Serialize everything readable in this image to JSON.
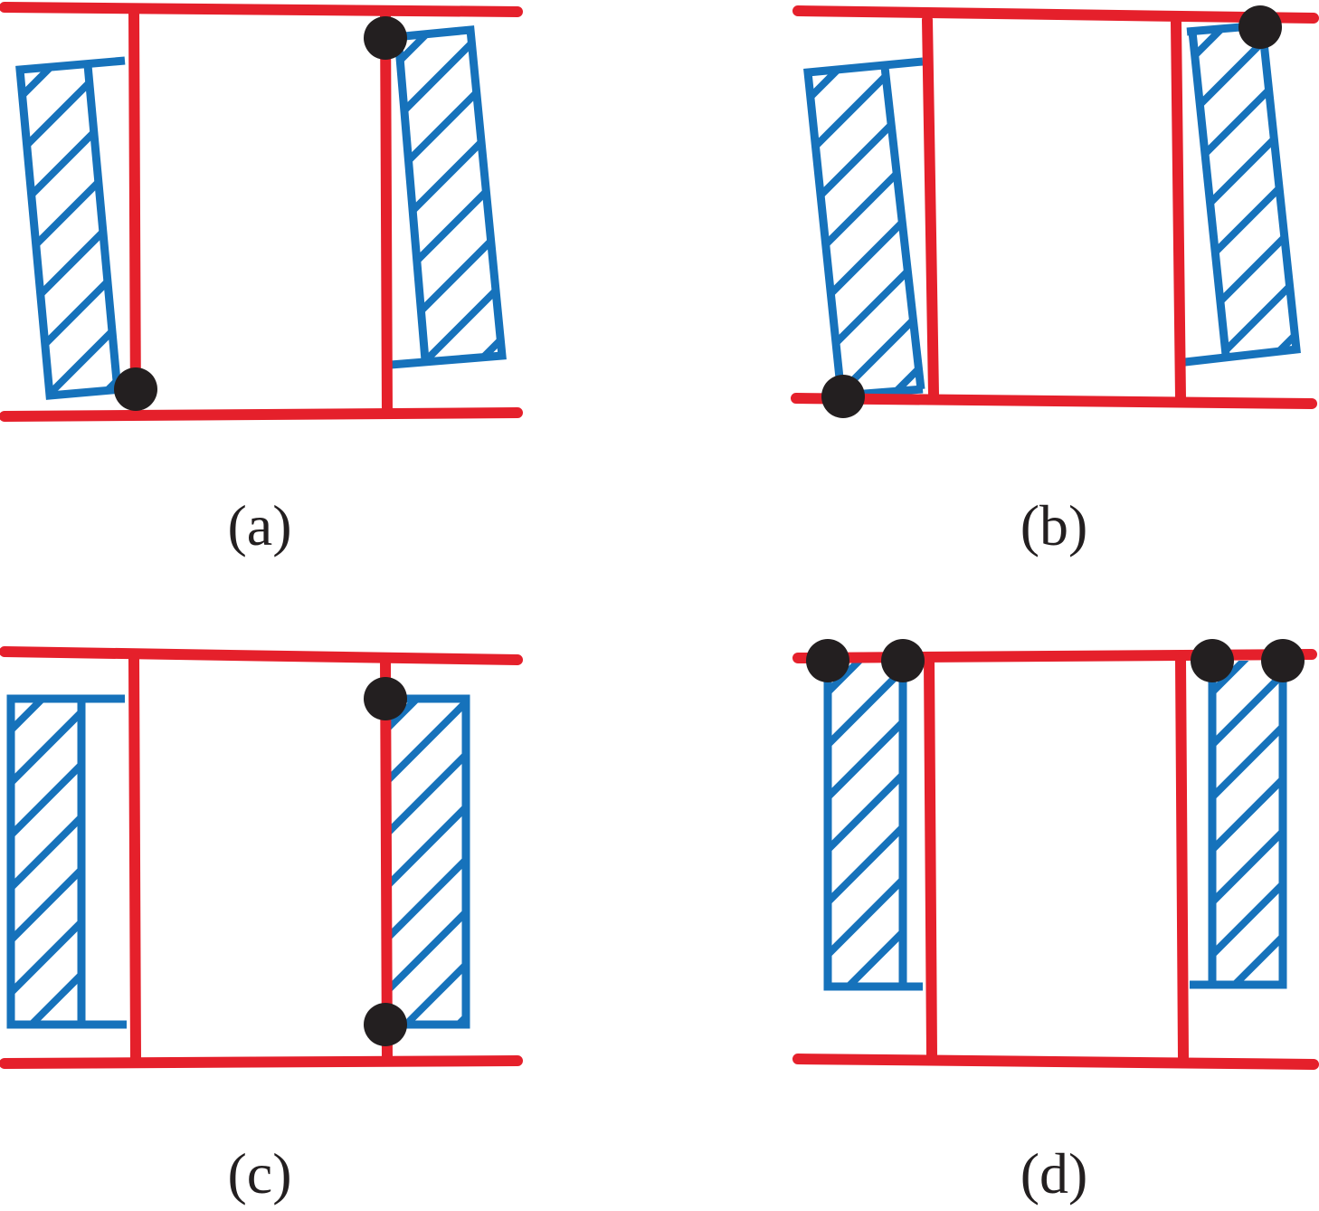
{
  "panels": [
    {
      "id": "a",
      "label": "(a)"
    },
    {
      "id": "b",
      "label": "(b)"
    },
    {
      "id": "c",
      "label": "(c)"
    },
    {
      "id": "d",
      "label": "(d)"
    }
  ],
  "colors": {
    "shaft": "#e5202b",
    "bearing": "#1672bb",
    "contact": "#231f20",
    "label": "#231f20"
  }
}
